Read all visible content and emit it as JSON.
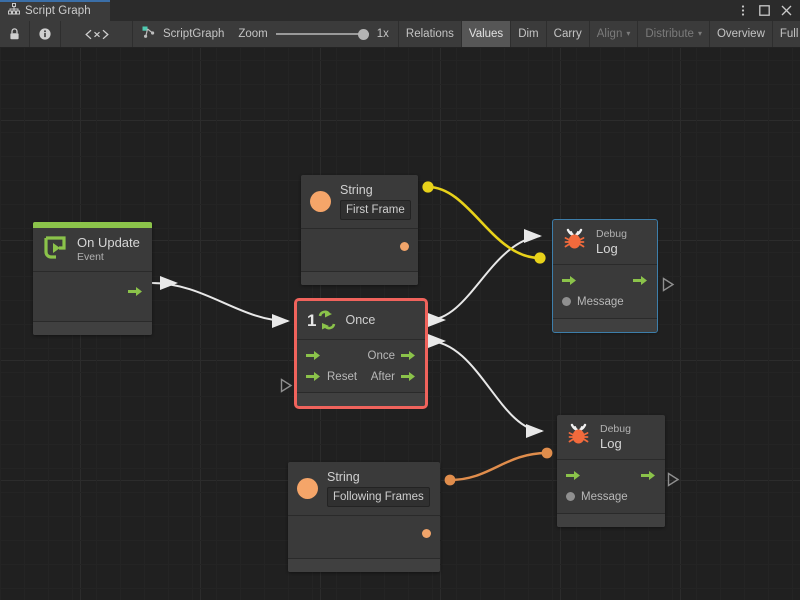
{
  "window": {
    "tab_label": "Script Graph",
    "tab_icon": "hierarchy-icon",
    "controls": [
      {
        "name": "more-options-icon",
        "glyph": "⋮"
      },
      {
        "name": "maximize-icon",
        "glyph": "□"
      },
      {
        "name": "close-icon",
        "glyph": "✕"
      }
    ]
  },
  "toolbar": {
    "lock_icon": "lock-icon",
    "info_icon": "info-icon",
    "code_icon": "code-brackets-icon",
    "breadcrumb_icon": "script-graph-icon",
    "breadcrumb_label": "ScriptGraph",
    "zoom_label": "Zoom",
    "zoom_value": "1x",
    "zoom_slider_pct": 100,
    "buttons": [
      {
        "label": "Relations",
        "state": "normal"
      },
      {
        "label": "Values",
        "state": "active"
      },
      {
        "label": "Dim",
        "state": "normal"
      },
      {
        "label": "Carry",
        "state": "normal"
      },
      {
        "label": "Align",
        "state": "dim",
        "caret": "▾"
      },
      {
        "label": "Distribute",
        "state": "dim",
        "caret": "▾"
      },
      {
        "label": "Overview",
        "state": "normal"
      },
      {
        "label": "Full Screen",
        "state": "normal"
      }
    ]
  },
  "graph": {
    "nodes": {
      "on_update": {
        "title": "On Update",
        "subtitle": "Event",
        "icon": "on-update-loop-icon",
        "selected": false,
        "accent": "#8bc34a"
      },
      "string_first": {
        "title": "String",
        "value": "First Frame",
        "icon": "string-orange-dot-icon",
        "selected": false
      },
      "string_following": {
        "title": "String",
        "value": "Following Frames",
        "icon": "string-orange-dot-icon",
        "selected": false
      },
      "once": {
        "title": "Once",
        "icon": "once-counter-icon",
        "icon_number": "1",
        "selected": true,
        "selection_color": "#f0635c",
        "inputs": [
          "",
          "Reset"
        ],
        "outputs": [
          "Once",
          "After"
        ]
      },
      "debug_log_top": {
        "title_small": "Debug",
        "title_big": "Log",
        "icon": "bug-icon",
        "selected": true,
        "selection_color": "#3d7eaa",
        "message_label": "Message"
      },
      "debug_log_bottom": {
        "title_small": "Debug",
        "title_big": "Log",
        "icon": "bug-icon",
        "selected": false,
        "message_label": "Message"
      }
    },
    "connections": [
      {
        "from": "on_update.flow_out",
        "to": "once.flow_in",
        "color": "#e8e8e8",
        "kind": "flow"
      },
      {
        "from": "once.once_out",
        "to": "debug_log_top.flow_in",
        "color": "#e8e8e8",
        "kind": "flow"
      },
      {
        "from": "once.after_out",
        "to": "debug_log_bottom.flow_in",
        "color": "#e8e8e8",
        "kind": "flow"
      },
      {
        "from": "string_first.value_out",
        "to": "debug_log_top.message_in",
        "color": "#e8d21a",
        "kind": "value"
      },
      {
        "from": "string_following.value_out",
        "to": "debug_log_bottom.message_in",
        "color": "#e08d4c",
        "kind": "value"
      }
    ]
  },
  "colors": {
    "flow_green": "#8bc34a",
    "string_orange": "#f5a569",
    "wire_yellow": "#e8d21a",
    "wire_orange": "#e08d4c",
    "wire_white": "#e8e8e8",
    "selection_red": "#f0635c",
    "selection_blue": "#3d7eaa",
    "canvas_bg": "#202020",
    "node_bg": "#3a3a3a"
  }
}
